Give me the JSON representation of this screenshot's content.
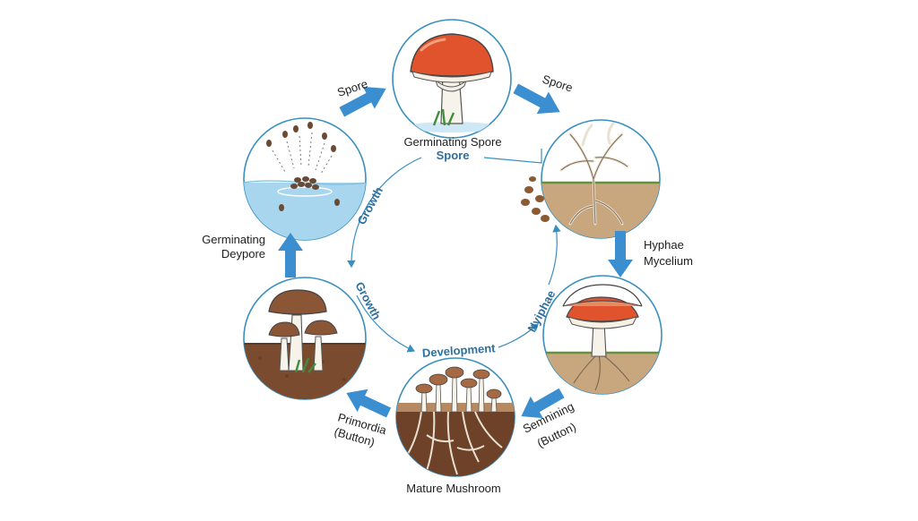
{
  "diagram": {
    "stages": {
      "top": "Germinating Spore",
      "top_sub": "Spore",
      "left_upper": [
        "Germinating",
        "Deypore"
      ],
      "right_upper": [
        "Hyphae",
        "Mycelium"
      ],
      "left_lower": [
        "Primordia",
        "(Button)"
      ],
      "right_lower": [
        "Semnining",
        "(Button)"
      ],
      "bottom": "Mature Mushroom"
    },
    "arrow_labels": {
      "top_left": "Spore",
      "top_right": "Spore"
    },
    "inner_labels": {
      "growth_upper": "Growth",
      "growth_lower": "Growth",
      "development": "Development",
      "hyphae": "Nyiphae"
    },
    "colors": {
      "arrow": "#3b8fd0",
      "ring": "#3a8fbf",
      "cap": "#e0532d",
      "soil": "#8b5a3a",
      "water": "#9fd0ec"
    }
  }
}
